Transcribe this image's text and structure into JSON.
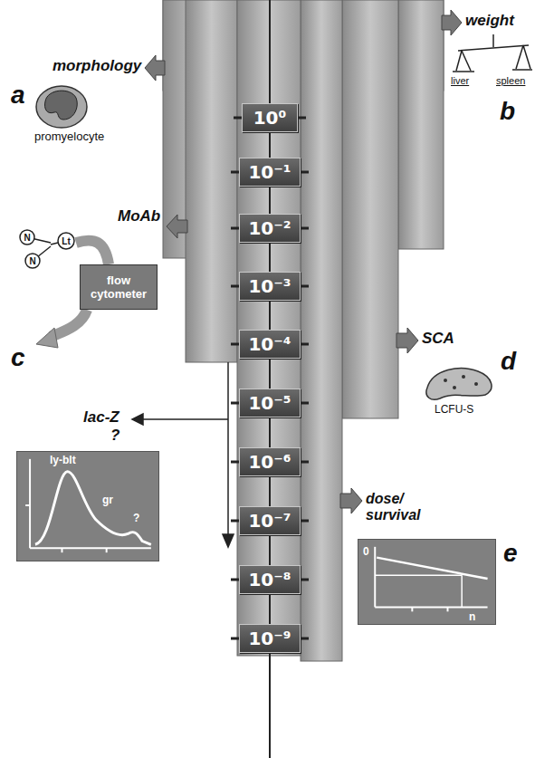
{
  "diagram": {
    "nodes": [
      {
        "text": [
          "10⁰"
        ]
      },
      {
        "text": [
          "10⁻¹"
        ]
      },
      {
        "text": [
          "10⁻²"
        ]
      },
      {
        "text": [
          "10⁻³"
        ]
      },
      {
        "text": [
          "10⁻⁴"
        ]
      },
      {
        "text": [
          "10⁻⁵"
        ]
      },
      {
        "text": [
          "10⁻⁶"
        ]
      },
      {
        "text": [
          "10⁻⁷"
        ]
      },
      {
        "text": [
          "10⁻⁸"
        ]
      },
      {
        "text": [
          "10⁻⁹"
        ]
      },
      {
        "text": [
          "flow cytometer"
        ]
      },
      {
        "text": [
          "ly-blt",
          "gr",
          "?"
        ]
      },
      {
        "text": [
          "0",
          "n"
        ]
      }
    ],
    "edges": [
      {
        "from": 0,
        "to": 1,
        "arrow": "none"
      },
      {
        "from": 1,
        "to": 2,
        "arrow": "none"
      },
      {
        "from": 2,
        "to": 3,
        "arrow": "none"
      },
      {
        "from": 3,
        "to": 4,
        "arrow": "none"
      },
      {
        "from": 4,
        "to": 5,
        "arrow": "none"
      },
      {
        "from": 5,
        "to": 6,
        "arrow": "none"
      },
      {
        "from": 6,
        "to": 7,
        "arrow": "none"
      },
      {
        "from": 7,
        "to": 8,
        "arrow": "none"
      },
      {
        "from": 8,
        "to": 9,
        "arrow": "none"
      }
    ],
    "labels": [
      "morphology",
      "a",
      "promyelocyte",
      "weight",
      "liver",
      "spleen",
      "b",
      "MoAb",
      "N",
      "N",
      "Lt",
      "c",
      "SCA",
      "d",
      "LCFU-S",
      "lac-Z",
      "?",
      "dose/ survival",
      "e"
    ]
  }
}
